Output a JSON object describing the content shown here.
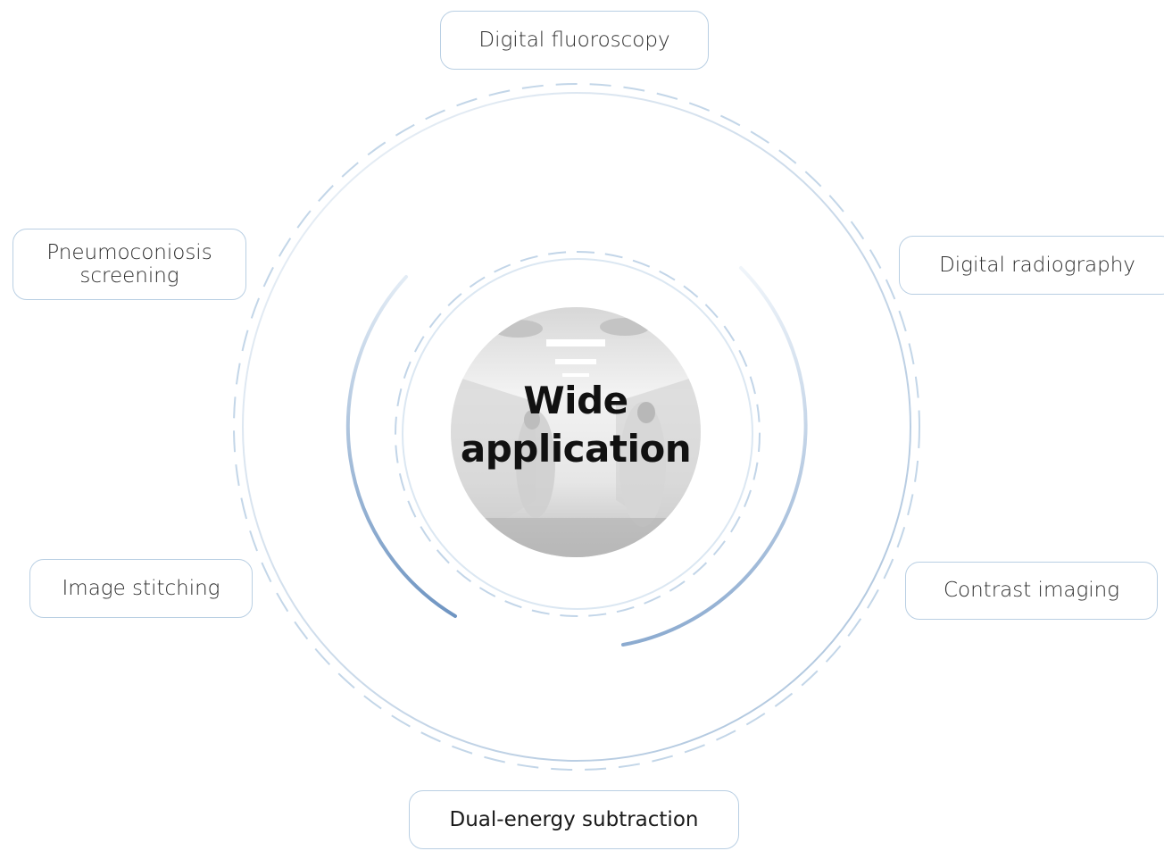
{
  "center": {
    "title": "Wide\napplication"
  },
  "nodes": {
    "digital_fluoroscopy": "Digital fluoroscopy",
    "digital_radiography": "Digital radiography",
    "contrast_imaging": "Contrast imaging",
    "dual_energy_subtraction": "Dual-energy subtraction",
    "image_stitching": "Image stitching",
    "pneumoconiosis_screening": "Pneumoconiosis\nscreening"
  },
  "colors": {
    "ring_light": "#c9d9e9",
    "ring_dashed": "#b7cde2",
    "accent_arc": "#6f95c2",
    "pill_border": "#b9cfe3",
    "text": "#2c2c2c"
  }
}
